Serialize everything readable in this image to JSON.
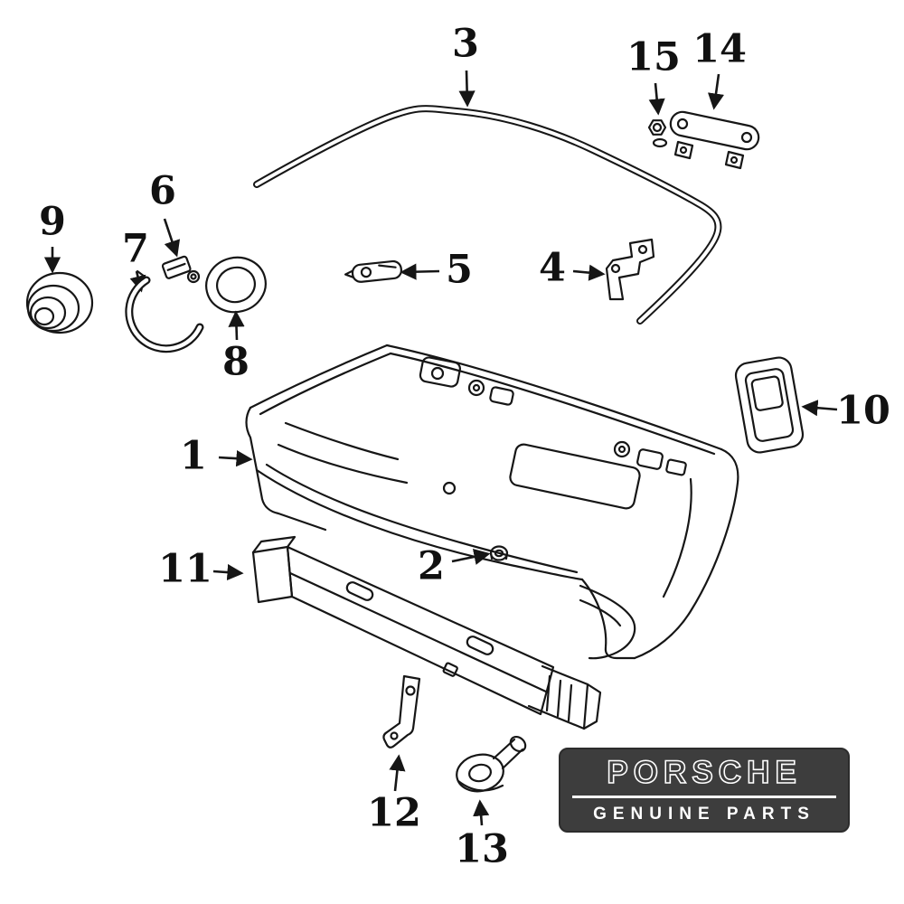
{
  "diagram": {
    "callouts": [
      {
        "label": "1"
      },
      {
        "label": "2"
      },
      {
        "label": "3"
      },
      {
        "label": "4"
      },
      {
        "label": "5"
      },
      {
        "label": "6"
      },
      {
        "label": "7"
      },
      {
        "label": "8"
      },
      {
        "label": "9"
      },
      {
        "label": "10"
      },
      {
        "label": "11"
      },
      {
        "label": "12"
      },
      {
        "label": "13"
      },
      {
        "label": "14"
      },
      {
        "label": "15"
      }
    ]
  },
  "badge": {
    "brand": "PORSCHE",
    "subtitle": "GENUINE PARTS",
    "background_color": "#3d3d3d",
    "text_color": "#ffffff"
  },
  "colors": {
    "line": "#161616",
    "background": "#ffffff"
  }
}
